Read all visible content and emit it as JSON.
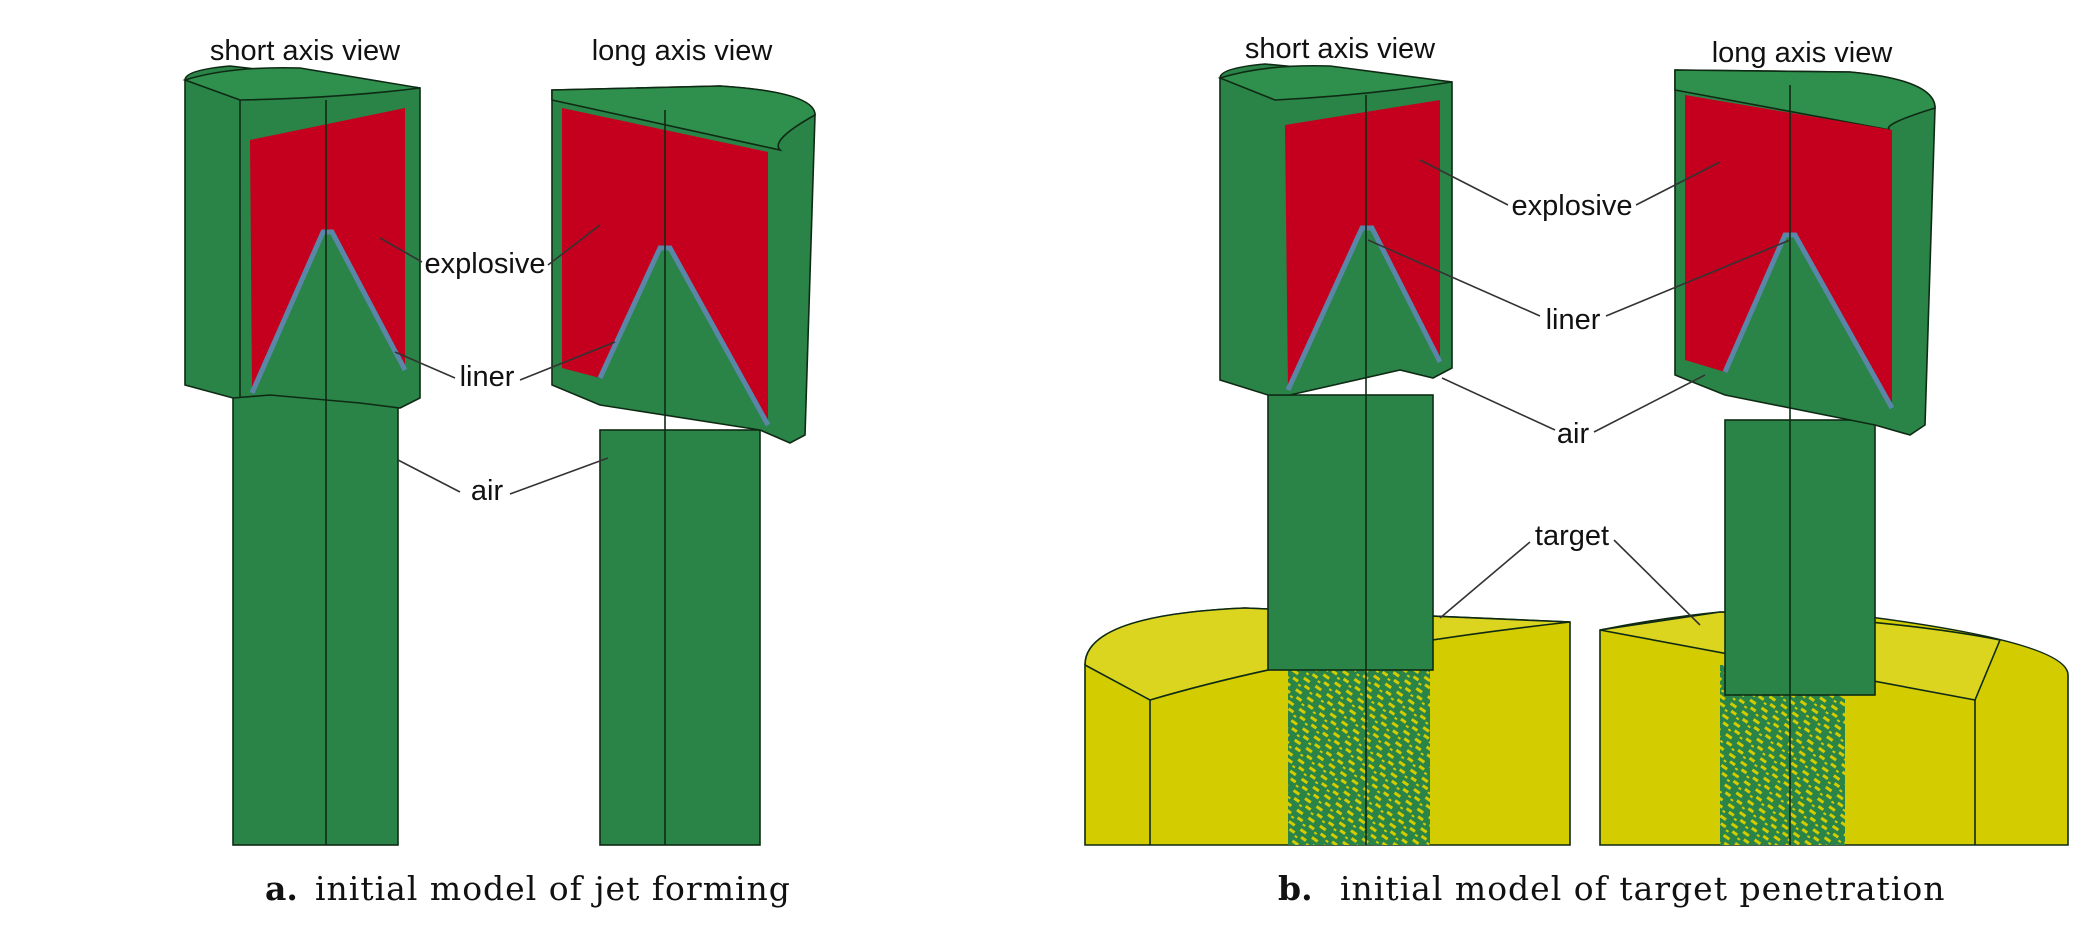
{
  "panels": [
    {
      "id": "a",
      "views": [
        "short axis view",
        "long axis view"
      ],
      "labels": {
        "explosive": "explosive",
        "liner": "liner",
        "air": "air"
      },
      "caption_letter": "a.",
      "caption_text": "initial model of jet forming"
    },
    {
      "id": "b",
      "views": [
        "short axis view",
        "long axis view"
      ],
      "labels": {
        "explosive": "explosive",
        "liner": "liner",
        "air": "air",
        "target": "target"
      },
      "caption_letter": "b.",
      "caption_text": "initial model of target penetration"
    }
  ],
  "colors": {
    "casing": "#2a8447",
    "casing_dark": "#1f6a38",
    "explosive": "#c4001e",
    "liner": "#5a86a8",
    "target": "#d2cc00",
    "target_dark": "#b9b300"
  }
}
